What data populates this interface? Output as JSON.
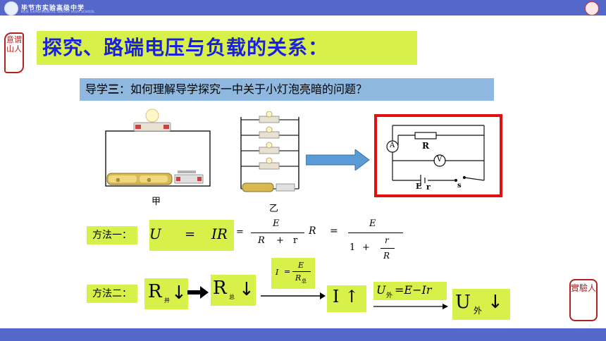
{
  "header": {
    "school_name": "毕节市实验高级中学",
    "school_name_en": "BIJIE EXPERIMENTAL SENIOR HIGH SCHOOL"
  },
  "stamps": {
    "left": "意谓山人",
    "right": "實驗人"
  },
  "title": "探究、路端电压与负载的关系：",
  "subtitle": {
    "prefix": "导学",
    "bold": "三",
    "rest": "：如何理解导学探究一中关于小灯泡亮暗的问题？"
  },
  "figures": {
    "label_a": "甲",
    "label_b": "乙"
  },
  "schematic": {
    "ammeter": "A",
    "voltmeter": "V",
    "resistor": "R",
    "emf": "E",
    "internal": "r",
    "switch": "s"
  },
  "method1": {
    "label": "方法一：",
    "U": "U",
    "eq1": "=",
    "IR": "IR",
    "eq2": "=",
    "frac1_num": "E",
    "frac1_den_R": "R",
    "frac1_den_plus": "+",
    "frac1_den_r": "r",
    "R": "R",
    "eq3": "=",
    "frac2_num": "E",
    "frac2_den_1": "1",
    "frac2_den_plus": "+",
    "frac2_inner_num": "r",
    "frac2_inner_den": "R"
  },
  "method2": {
    "label": "方法二：",
    "formula_I": "I",
    "formula_eq": "=",
    "formula_num": "E",
    "formula_den_R": "R",
    "formula_den_sub": "总",
    "step1_R": "R",
    "step1_sub": "并",
    "step1_arrow": "↓",
    "step2_R": "R",
    "step2_sub": "总",
    "step2_arrow": "↓",
    "step3": "I ↑",
    "step4_U": "U",
    "step4_sub": "外",
    "step4_rest": "=E−Ir",
    "step5_U": "U",
    "step5_sub": "外",
    "step5_arrow": "↓"
  }
}
